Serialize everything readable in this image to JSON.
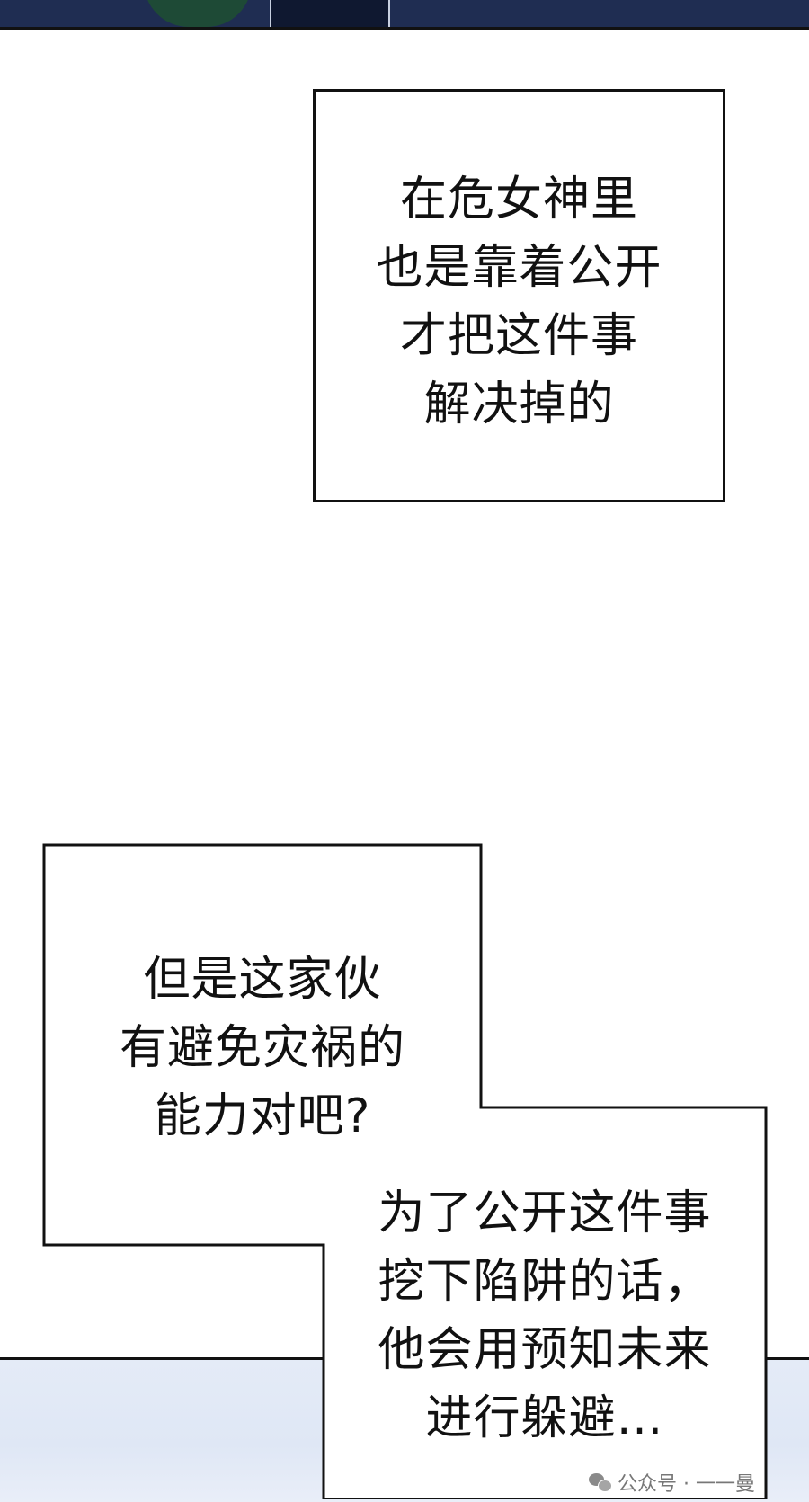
{
  "bubble_top": {
    "lines": [
      "在危女神里",
      "也是靠着公开",
      "才把这件事",
      "解决掉的"
    ]
  },
  "bubble_mid": {
    "lines": [
      "但是这家伙",
      "有避免灾祸的",
      "能力对吧?"
    ]
  },
  "bubble_bottom": {
    "lines": [
      "为了公开这件事",
      "挖下陷阱的话，",
      "他会用预知未来",
      "进行躲避…"
    ]
  },
  "watermark": {
    "text": "公众号 · 一一曼"
  }
}
